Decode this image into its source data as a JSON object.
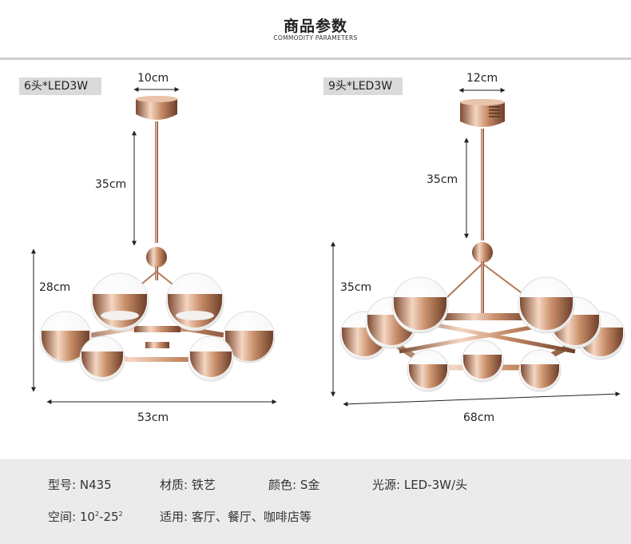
{
  "header": {
    "title_cn": "商品参数",
    "title_en": "COMMODITY PARAMETERS"
  },
  "products": [
    {
      "label": "6头*LED3W",
      "canopy_width": "10cm",
      "rod_length": "35cm",
      "body_height": "28cm",
      "overall_width": "53cm"
    },
    {
      "label": "9头*LED3W",
      "canopy_width": "12cm",
      "rod_length": "35cm",
      "body_height": "35cm",
      "overall_width": "68cm"
    }
  ],
  "specs": {
    "model_label": "型号:",
    "model_value": "N435",
    "material_label": "材质:",
    "material_value": "铁艺",
    "color_label": "颜色:",
    "color_value": "S金",
    "light_label": "光源:",
    "light_value": "LED-3W/头",
    "space_label": "空间:",
    "space_min": "10",
    "space_sep": "-",
    "space_max": "25",
    "space_unit_sup": "2",
    "usage_label": "适用:",
    "usage_value": "客厅、餐厅、咖啡店等"
  },
  "colors": {
    "gold": "#c98f6a",
    "gold_dark": "#8a5238",
    "gold_light": "#f3d3bd",
    "glass": "#ffffff",
    "tag_bg": "#dadada",
    "specs_bg": "#ebebeb"
  }
}
